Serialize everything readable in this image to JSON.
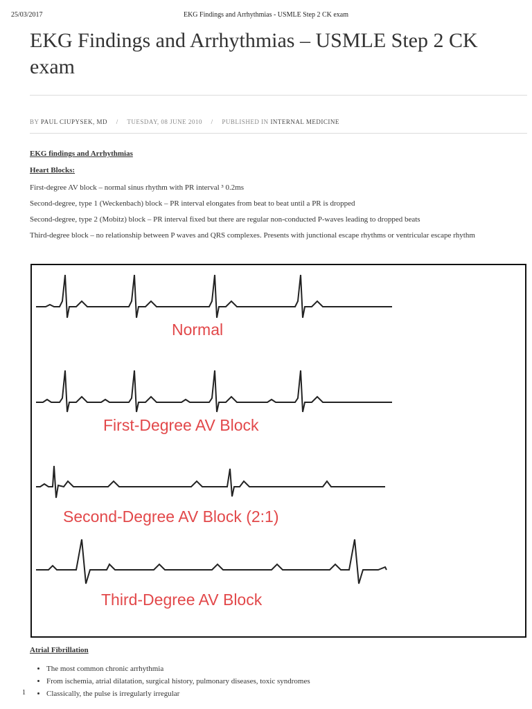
{
  "print_header": {
    "date": "25/03/2017",
    "title": "EKG Findings and Arrhythmias - USMLE Step 2 CK exam"
  },
  "page_title": "EKG Findings and Arrhythmias – USMLE Step 2 CK exam",
  "meta": {
    "by_prefix": "BY",
    "author": "PAUL CIUPYSEK, MD",
    "date": "TUESDAY, 08 JUNE 2010",
    "published_prefix": "PUBLISHED IN",
    "category": "INTERNAL MEDICINE"
  },
  "content": {
    "section_title": "EKG findings and Arrhythmias",
    "heart_blocks_heading": "Heart Blocks:",
    "paragraphs": [
      " First-degree AV block – normal sinus rhythm with PR interval ³ 0.2ms",
      "Second-degree, type 1 (Weckenbach) block – PR interval elongates from beat to beat until a PR is dropped",
      "Second-degree, type 2 (Mobitz) block – PR interval fixed but there are regular non-conducted P-waves leading to dropped beats",
      "Third-degree block – no relationship between P waves and QRS complexes.  Presents with junctional escape rhythms or ventricular escape rhythm"
    ]
  },
  "ekg_figure": {
    "label_color": "#e2484a",
    "labels": {
      "normal": "Normal",
      "first": "First-Degree AV Block",
      "second": "Second-Degree AV Block (2:1)",
      "third": "Third-Degree AV Block"
    }
  },
  "atrial_fib": {
    "heading": "Atrial Fibrillation",
    "items": [
      "The most common chronic arrhythmia",
      "From ischemia, atrial dilatation, surgical history, pulmonary diseases, toxic syndromes",
      "Classically, the pulse is irregularly irregular"
    ]
  },
  "page_number": "1"
}
